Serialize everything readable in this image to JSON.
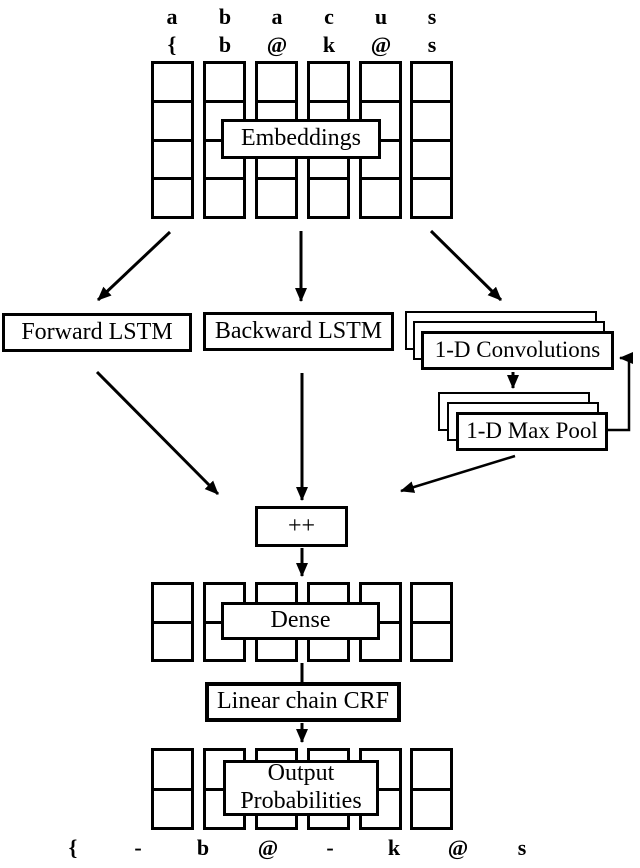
{
  "sequence": {
    "word": [
      "a",
      "b",
      "a",
      "c",
      "u",
      "s"
    ],
    "encoded": [
      "{",
      "b",
      "@",
      "k",
      "@",
      "s"
    ],
    "output": [
      "{",
      "-",
      "b",
      "@",
      "-",
      "k",
      "@",
      "s"
    ]
  },
  "nodes": {
    "embeddings": "Embeddings",
    "forward_lstm": "Forward LSTM",
    "backward_lstm": "Backward LSTM",
    "convolutions": "1-D Convolutions",
    "max_pool": "1-D Max Pool",
    "concat": "++",
    "dense": "Dense",
    "crf": "Linear chain CRF",
    "output_probabilities": "Output Probabilities"
  },
  "colors": {
    "ink": "#000000",
    "background": "#ffffff"
  }
}
